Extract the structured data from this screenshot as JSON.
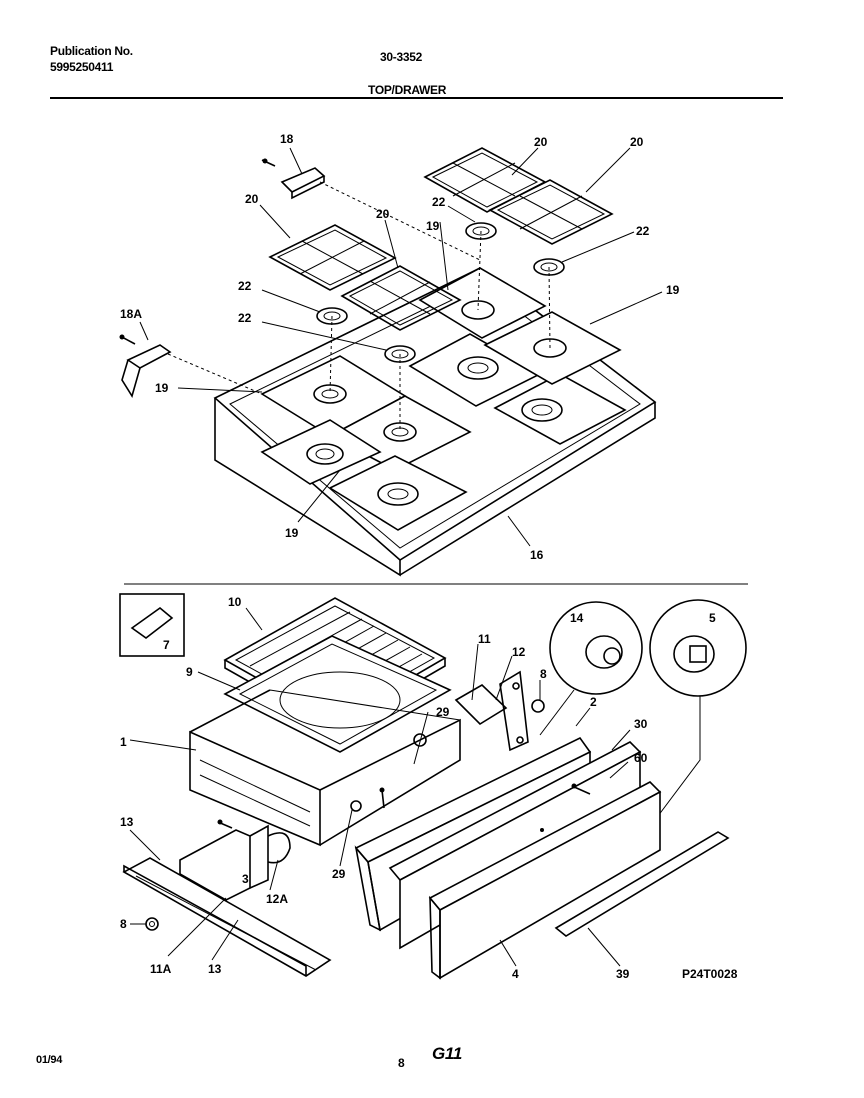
{
  "header": {
    "publication_label": "Publication No.",
    "publication_number": "5995250411",
    "model_number": "30-3352",
    "section_title": "TOP/DRAWER"
  },
  "footer": {
    "date": "01/94",
    "page_number": "8",
    "code": "G11"
  },
  "diagram": {
    "drawing_id": "P24T0028",
    "callouts": {
      "c18": "18",
      "c18a": "18A",
      "c20a": "20",
      "c20b": "20",
      "c20c": "20",
      "c20d": "20",
      "c19a": "19",
      "c19b": "19",
      "c19c": "19",
      "c19d": "19",
      "c22a": "22",
      "c22b": "22",
      "c22c": "22",
      "c22d": "22",
      "c16": "16",
      "c10": "10",
      "c7": "7",
      "c9": "9",
      "c1": "1",
      "c11": "11",
      "c12": "12",
      "c8a": "8",
      "c14": "14",
      "c5": "5",
      "c2": "2",
      "c30": "30",
      "c60": "60",
      "c29a": "29",
      "c29b": "29",
      "c13a": "13",
      "c13b": "13",
      "c3": "3",
      "c12a": "12A",
      "c8b": "8",
      "c11a": "11A",
      "c4": "4",
      "c39": "39"
    }
  }
}
